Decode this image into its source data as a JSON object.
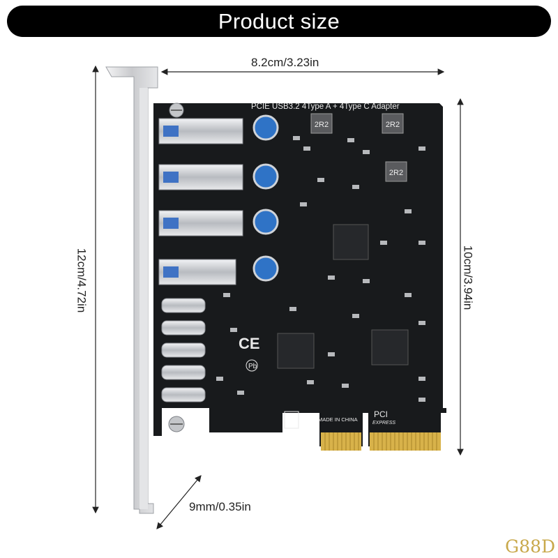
{
  "header": {
    "title": "Product size"
  },
  "dimensions": {
    "width": "8.2cm/3.23in",
    "height_total": "12cm/4.72in",
    "height_board": "10cm/3.94in",
    "thickness": "9mm/0.35in"
  },
  "board": {
    "silkscreen_title": "PCIE USB3.2 4Type A + 4Type C Adapter",
    "inductor_labels": [
      "2R2",
      "2R2",
      "2R2"
    ],
    "ce_mark": "CE",
    "pb_mark": "Pb",
    "made_in": "MADE IN CHINA",
    "pci_logo_top": "PCI",
    "pci_logo_bottom": "EXPRESS",
    "port_type_a_count": 4,
    "port_type_c_count": 5
  },
  "watermark": "G88D",
  "colors": {
    "board": "#181a1c",
    "bracket": "#d9dadc",
    "gold": "#d8b24a",
    "capacitor": "#2f73c6",
    "banner": "#000000"
  }
}
